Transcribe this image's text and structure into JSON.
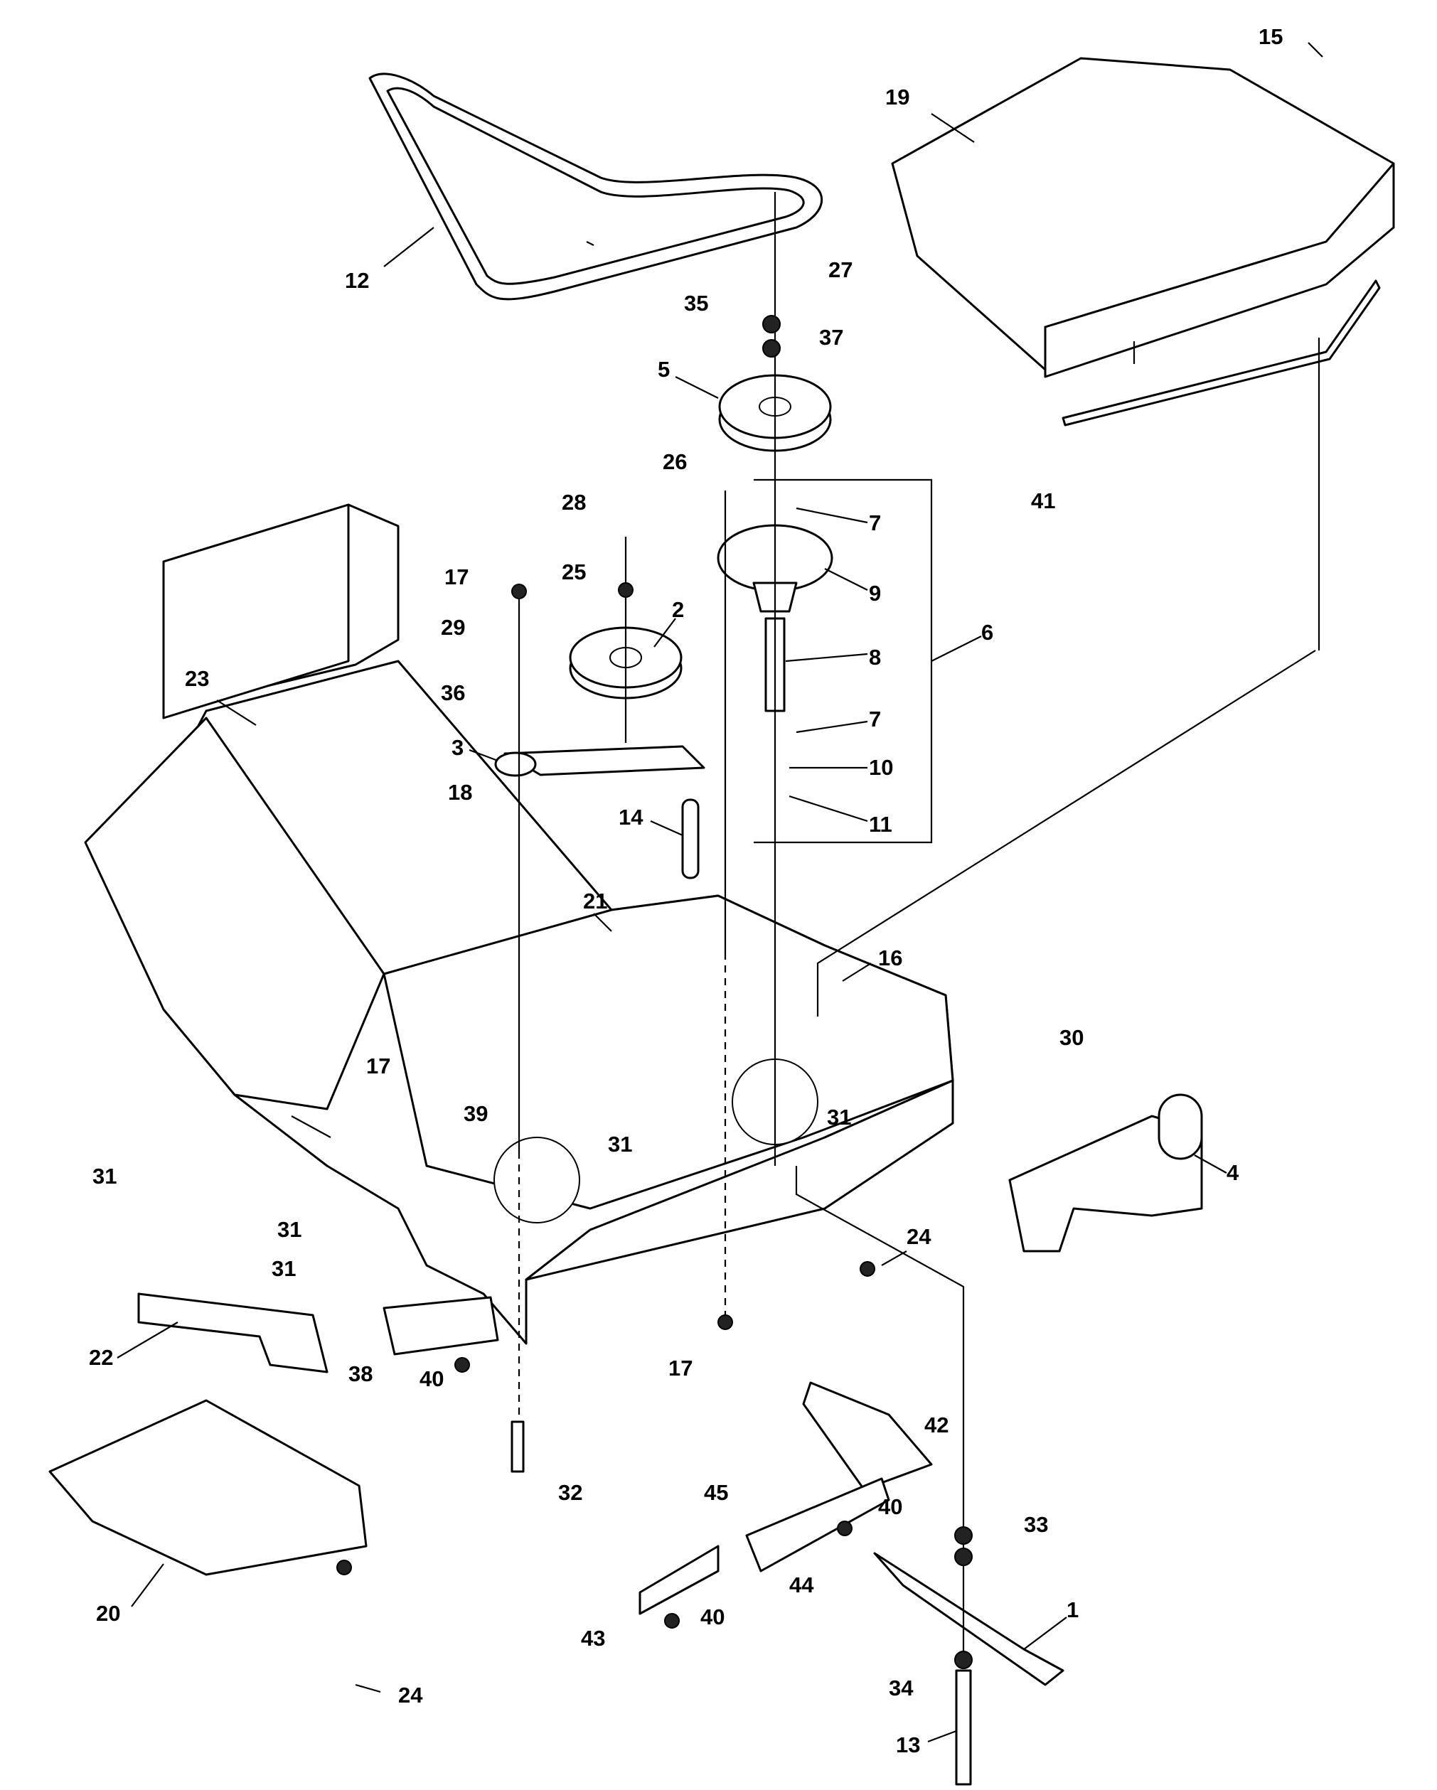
{
  "callouts": [
    {
      "id": "c1",
      "text": "1"
    },
    {
      "id": "c2",
      "text": "2"
    },
    {
      "id": "c3",
      "text": "3"
    },
    {
      "id": "c4",
      "text": "4"
    },
    {
      "id": "c5",
      "text": "5"
    },
    {
      "id": "c6",
      "text": "6"
    },
    {
      "id": "c7a",
      "text": "7"
    },
    {
      "id": "c7b",
      "text": "7"
    },
    {
      "id": "c8",
      "text": "8"
    },
    {
      "id": "c9",
      "text": "9"
    },
    {
      "id": "c10",
      "text": "10"
    },
    {
      "id": "c11",
      "text": "11"
    },
    {
      "id": "c12",
      "text": "12"
    },
    {
      "id": "c13",
      "text": "13"
    },
    {
      "id": "c14",
      "text": "14"
    },
    {
      "id": "c15",
      "text": "15"
    },
    {
      "id": "c16",
      "text": "16"
    },
    {
      "id": "c17a",
      "text": "17"
    },
    {
      "id": "c17b",
      "text": "17"
    },
    {
      "id": "c17c",
      "text": "17"
    },
    {
      "id": "c18",
      "text": "18"
    },
    {
      "id": "c19",
      "text": "19"
    },
    {
      "id": "c20",
      "text": "20"
    },
    {
      "id": "c21",
      "text": "21"
    },
    {
      "id": "c22",
      "text": "22"
    },
    {
      "id": "c23",
      "text": "23"
    },
    {
      "id": "c24a",
      "text": "24"
    },
    {
      "id": "c24b",
      "text": "24"
    },
    {
      "id": "c25",
      "text": "25"
    },
    {
      "id": "c26",
      "text": "26"
    },
    {
      "id": "c27",
      "text": "27"
    },
    {
      "id": "c28",
      "text": "28"
    },
    {
      "id": "c29",
      "text": "29"
    },
    {
      "id": "c30",
      "text": "30"
    },
    {
      "id": "c31a",
      "text": "31"
    },
    {
      "id": "c31b",
      "text": "31"
    },
    {
      "id": "c31c",
      "text": "31"
    },
    {
      "id": "c31d",
      "text": "31"
    },
    {
      "id": "c31e",
      "text": "31"
    },
    {
      "id": "c32",
      "text": "32"
    },
    {
      "id": "c33",
      "text": "33"
    },
    {
      "id": "c34",
      "text": "34"
    },
    {
      "id": "c35",
      "text": "35"
    },
    {
      "id": "c36",
      "text": "36"
    },
    {
      "id": "c37",
      "text": "37"
    },
    {
      "id": "c38",
      "text": "38"
    },
    {
      "id": "c39",
      "text": "39"
    },
    {
      "id": "c40a",
      "text": "40"
    },
    {
      "id": "c40b",
      "text": "40"
    },
    {
      "id": "c40c",
      "text": "40"
    },
    {
      "id": "c41",
      "text": "41"
    },
    {
      "id": "c42",
      "text": "42"
    },
    {
      "id": "c43",
      "text": "43"
    },
    {
      "id": "c44",
      "text": "44"
    },
    {
      "id": "c45",
      "text": "45"
    }
  ]
}
